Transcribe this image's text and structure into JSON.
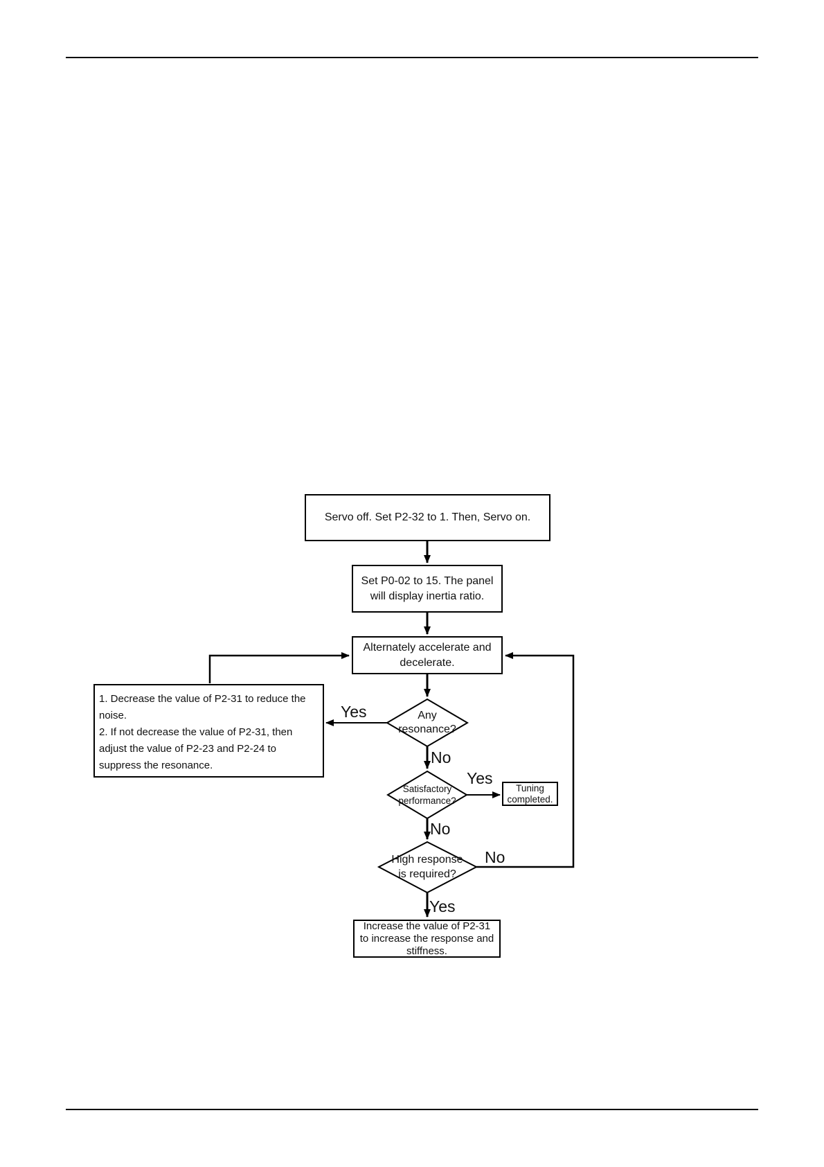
{
  "page": {
    "background": "#ffffff",
    "line_color": "#000000",
    "text_color": "#111111"
  },
  "flowchart": {
    "boxes": {
      "servo_off": {
        "lines": [
          "Servo off. Set P2-32 to 1. Then, Servo on."
        ]
      },
      "panel_display": {
        "lines": [
          "Set P0-02 to 15. The panel",
          "will display inertia ratio."
        ]
      },
      "accelerate": {
        "lines": [
          "Alternately accelerate and",
          "decelerate."
        ]
      },
      "reduce_noise": {
        "lines": [
          "1. Decrease the value of P2-31 to reduce the",
          "noise.",
          "2. If not decrease the value of P2-31, then",
          "adjust the value of P2-23 and P2-24 to",
          "suppress the resonance."
        ]
      },
      "tuning_completed": {
        "lines": [
          "Tuning",
          "completed."
        ]
      },
      "increase_stiffness": {
        "lines": [
          "Increase the value of P2-31",
          "to increase the response and",
          "stiffness."
        ]
      }
    },
    "decisions": {
      "any_resonance": {
        "lines": [
          "Any",
          "resonance?"
        ]
      },
      "satisfactory_performance": {
        "lines": [
          "Satisfactory",
          "performance?"
        ]
      },
      "high_response": {
        "lines": [
          "High response",
          "is required?"
        ]
      }
    },
    "labels": {
      "resonance_yes": "Yes",
      "resonance_no": "No",
      "satisfactory_yes": "Yes",
      "satisfactory_no": "No",
      "high_response_no": "No",
      "high_response_yes": "Yes"
    }
  }
}
